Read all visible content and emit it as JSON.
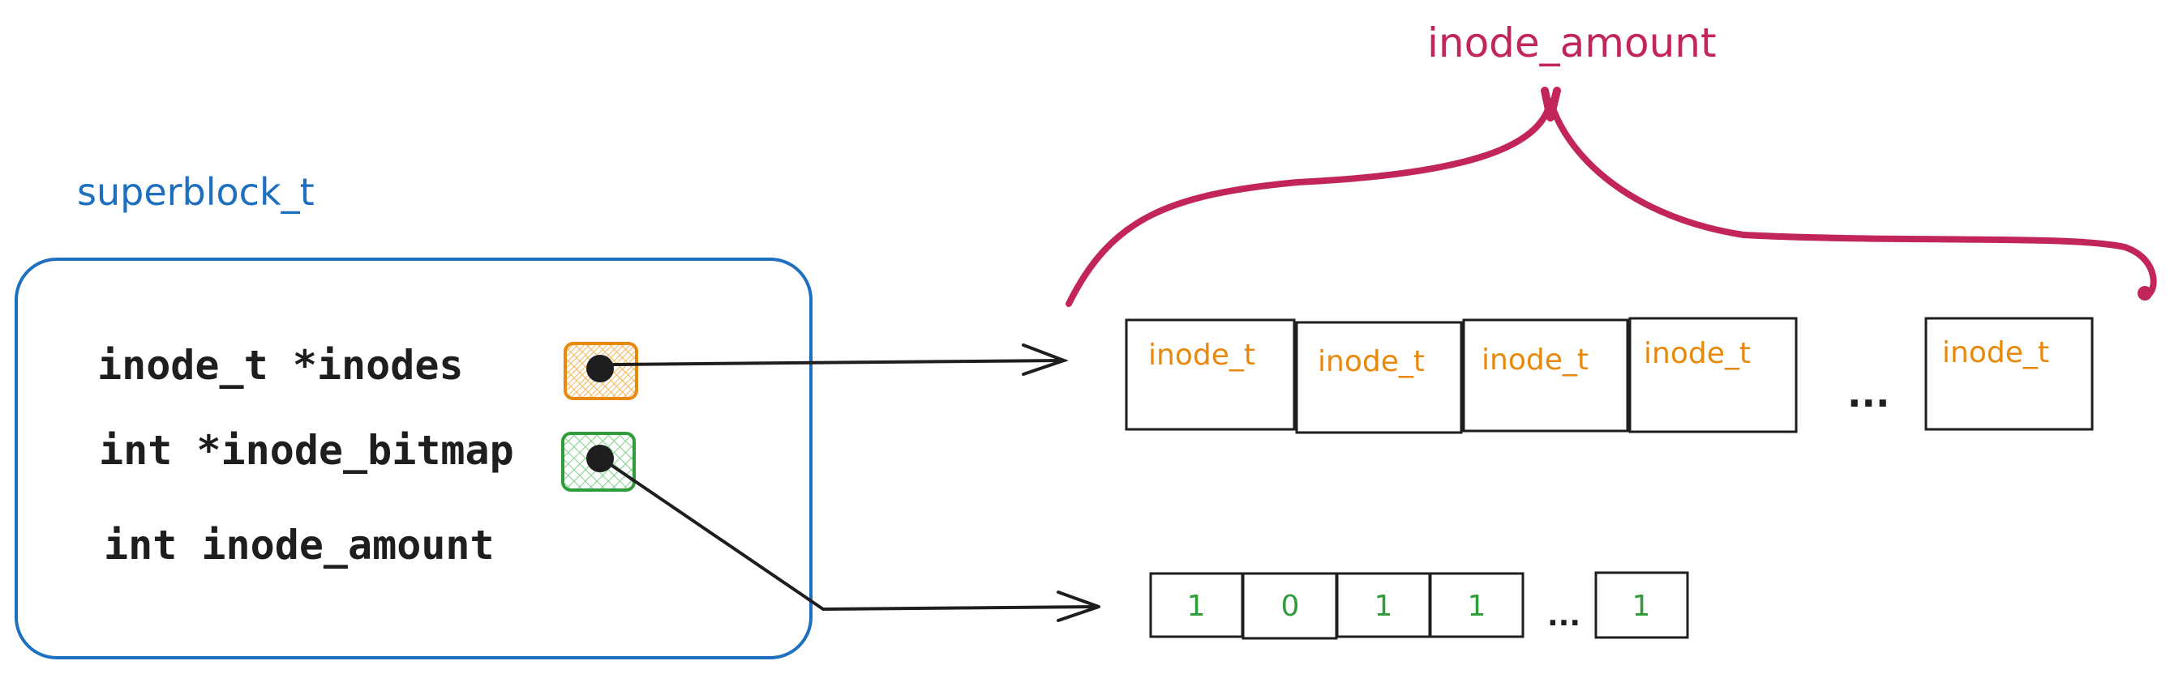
{
  "colors": {
    "struct": "#1f6fbf",
    "inode": "#e8890c",
    "bitmap": "#2e9d3a",
    "amount": "#c2255c",
    "ink": "#1e1e1e"
  },
  "struct": {
    "title": "superblock_t",
    "fields": [
      {
        "text": "inode_t *inodes",
        "pointer": "orange"
      },
      {
        "text": "int *inode_bitmap",
        "pointer": "green"
      },
      {
        "text": "int inode_amount",
        "pointer": ""
      }
    ]
  },
  "brace_label": "inode_amount",
  "inode_array": {
    "cells": [
      "inode_t",
      "inode_t",
      "inode_t",
      "inode_t"
    ],
    "ellipsis": "...",
    "last": "inode_t"
  },
  "bitmap_array": {
    "cells": [
      "1",
      "0",
      "1",
      "1"
    ],
    "ellipsis": "...",
    "last": "1"
  }
}
